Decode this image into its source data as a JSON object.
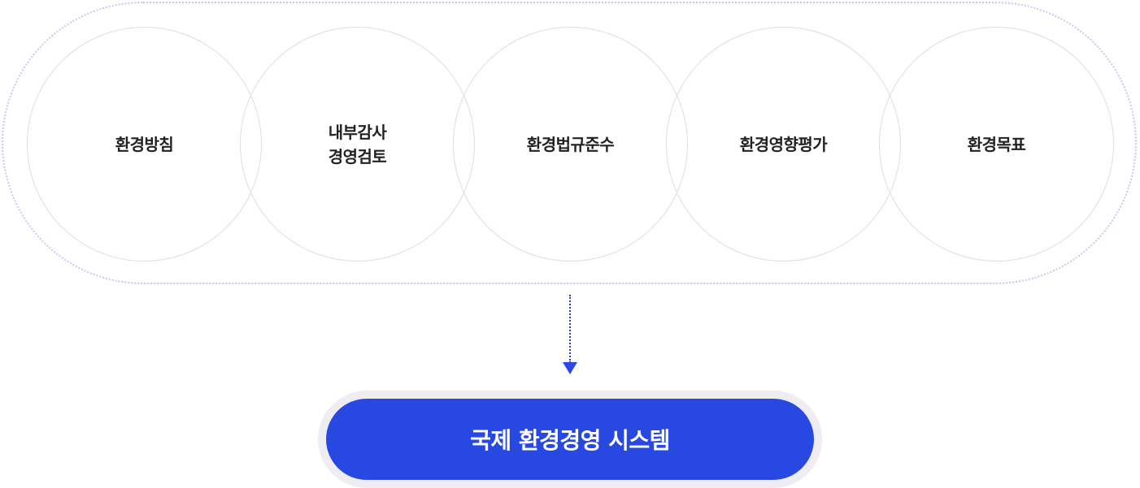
{
  "cycle": {
    "items": [
      {
        "lines": [
          "환경방침"
        ]
      },
      {
        "lines": [
          "내부감사",
          "경영검토"
        ]
      },
      {
        "lines": [
          "환경법규준수"
        ]
      },
      {
        "lines": [
          "환경영향평가"
        ]
      },
      {
        "lines": [
          "환경목표"
        ]
      }
    ]
  },
  "result": {
    "label": "국제 환경경영 시스템"
  },
  "colors": {
    "accent": "#2848e2",
    "outer_border": "#c5c9f0",
    "circle_border": "#dcdde3",
    "button_ring": "#efedf1"
  }
}
